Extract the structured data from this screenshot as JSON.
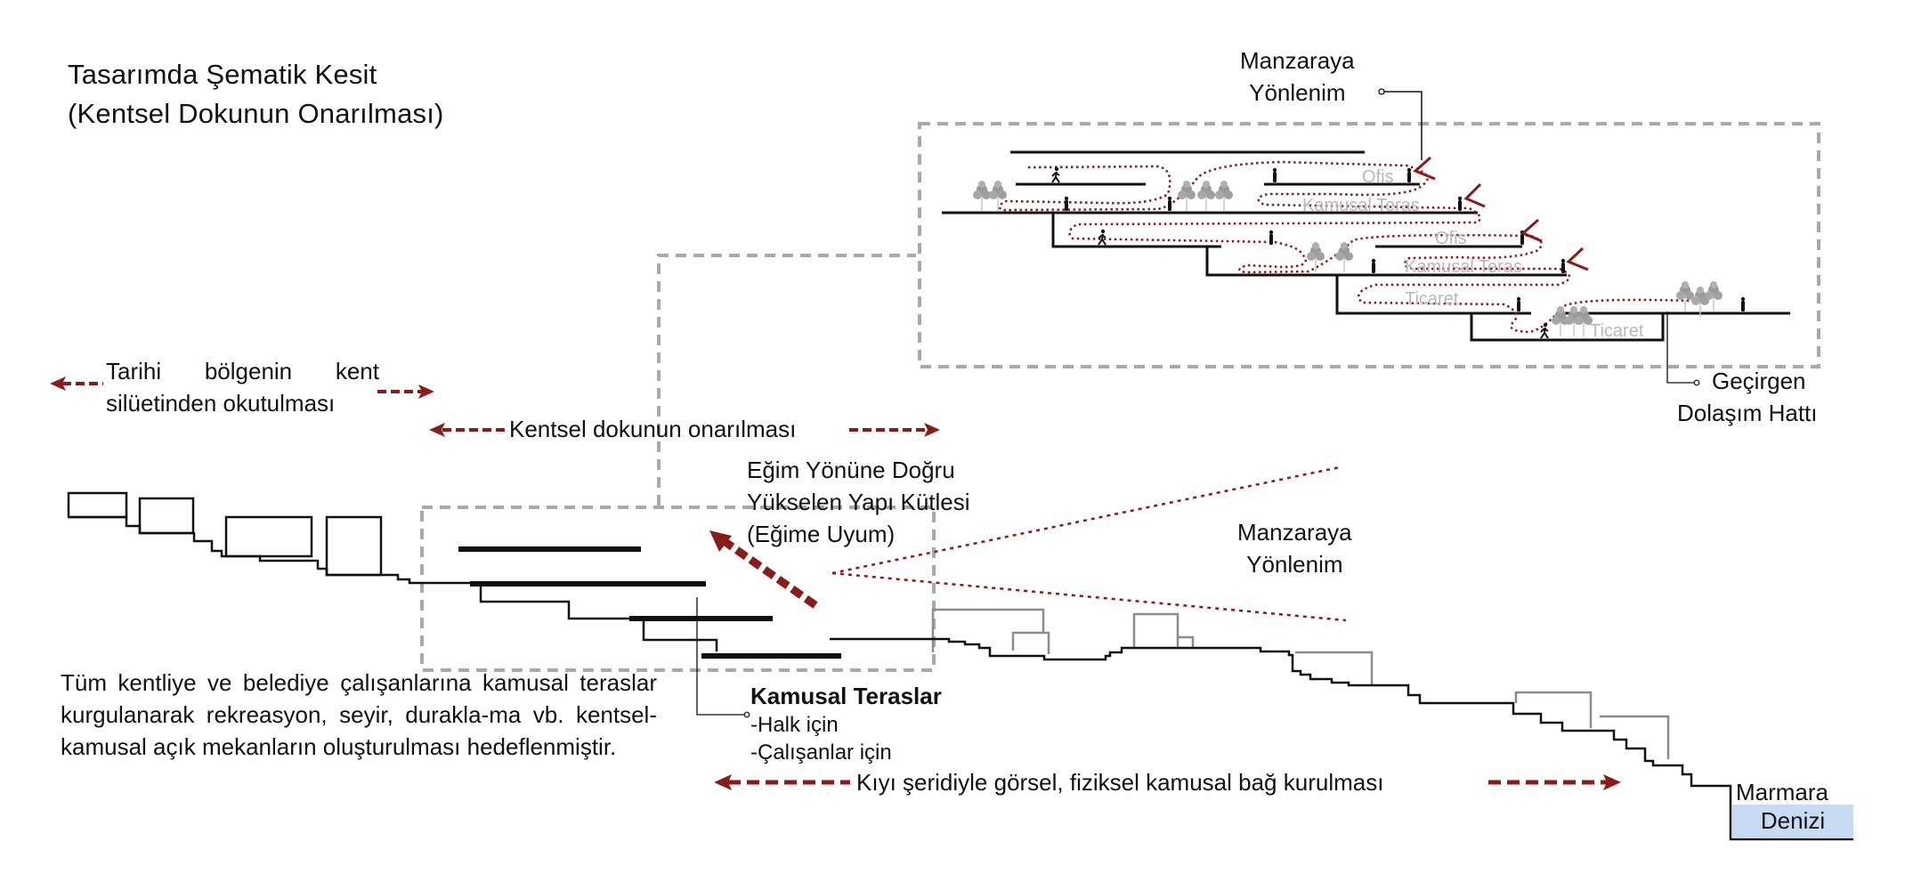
{
  "title": {
    "line1": "Tasarımda Şematik Kesit",
    "line2": "(Kentsel Dokunun Onarılması)"
  },
  "annotations": {
    "historic_silhouette": {
      "line1": "Tarihi bölgenin kent",
      "line2": "silüetinden okutulması"
    },
    "urban_fabric_repair": "Kentsel dokunun onarılması",
    "slope_mass": {
      "line1": "Eğim Yönüne Doğru",
      "line2": "Yükselen Yapı Kütlesi",
      "line3": "(Eğime Uyum)"
    },
    "view_orientation_mid": {
      "line1": "Manzaraya",
      "line2": "Yönlenim"
    },
    "view_orientation_top": {
      "line1": "Manzaraya",
      "line2": "Yönlenim"
    },
    "permeable_circulation": {
      "line1": "Geçirgen",
      "line2": "Dolaşım Hattı"
    },
    "public_terraces": {
      "heading": "Kamusal Teraslar",
      "item1": "-Halk için",
      "item2": "-Çalışanlar için"
    },
    "coast_link": "Kıyı şeridiyle görsel, fiziksel kamusal bağ kurulması",
    "sea": {
      "line1": "Marmara",
      "line2": "Denizi"
    },
    "description": "Tüm kentliye ve belediye çalışanlarına kamusal teraslar kurgulanarak rekreasyon, seyir, durakla-ma vb. kentsel-kamusal açık mekanların oluşturulması hedeflenmiştir."
  },
  "detail_section": {
    "floor_labels": [
      "Ofis",
      "Kamusal Teras",
      "Ofis",
      "Kamusal Teras",
      "Ticaret",
      "Ticaret"
    ]
  },
  "colors": {
    "accent_red": "#8b1a1a",
    "dashed_frame": "#a9a9a9",
    "building_grey": "#8c8c8c",
    "floor_label_grey": "#b8b8b8",
    "sea_blue": "#c6dbf1",
    "line": "#111111"
  },
  "icons": [
    "arrow-left-icon",
    "arrow-right-icon",
    "tree-icon",
    "person-icon",
    "walking-person-icon",
    "view-chevron-icon",
    "leader-dot-icon"
  ]
}
